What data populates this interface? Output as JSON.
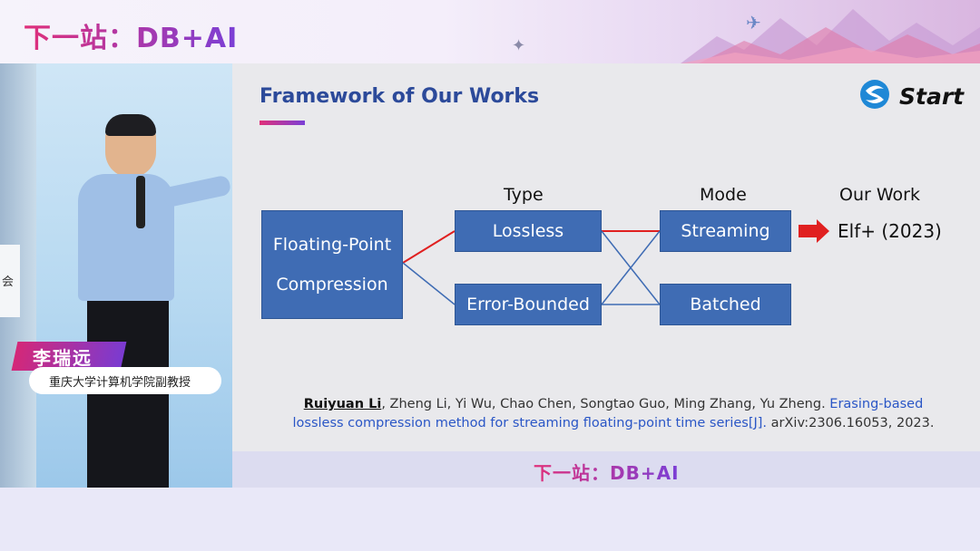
{
  "banner": {
    "title": "下一站：DB+AI"
  },
  "speaker": {
    "name": "李瑞远",
    "title": "重庆大学计算机学院副教授",
    "backdrop_text": "会"
  },
  "slide": {
    "title": "Framework of Our Works",
    "logo_text": "Start",
    "headers": {
      "type": "Type",
      "mode": "Mode",
      "our_work": "Our Work"
    },
    "boxes": {
      "source": [
        "Floating-Point",
        "Compression"
      ],
      "lossless": "Lossless",
      "error_bounded": "Error-Bounded",
      "streaming": "Streaming",
      "batched": "Batched"
    },
    "result": "Elf+ (2023)",
    "citation": {
      "author": "Ruiyuan Li",
      "coauthors": ", Zheng Li, Yi Wu, Chao Chen, Songtao Guo, Ming Zhang, Yu Zheng. ",
      "title": "Erasing-based lossless compression method for streaming floating-point time series[J].",
      "venue": " arXiv:2306.16053, 2023."
    }
  },
  "footer": {
    "text": "下一站：DB+AI"
  },
  "colors": {
    "box": "#3f6cb4",
    "title": "#2c4a9a",
    "accent_red": "#e02020",
    "link": "#2a56c6"
  }
}
